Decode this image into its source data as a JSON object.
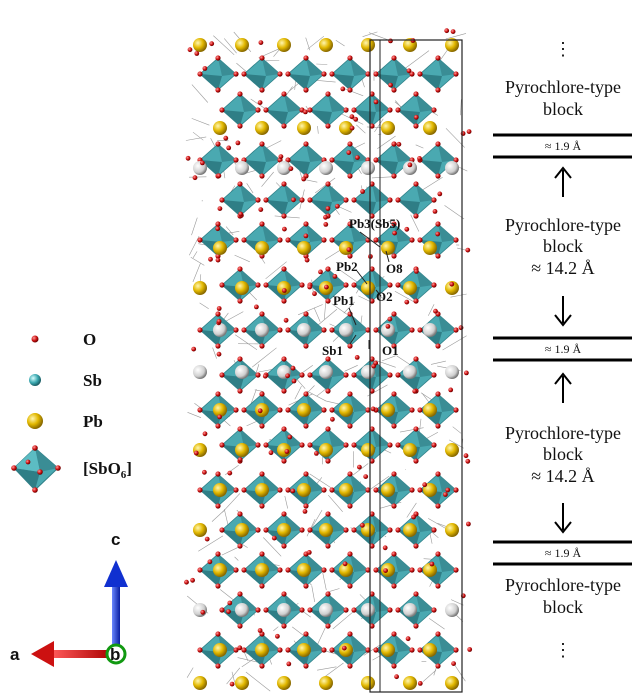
{
  "legend": {
    "items": [
      {
        "symbol": "O",
        "label": "O",
        "color": "#cc1111"
      },
      {
        "symbol": "Sb",
        "label": "Sb",
        "color": "#3aa8b0"
      },
      {
        "symbol": "Pb",
        "label": "Pb",
        "color": "#d9b000"
      },
      {
        "symbol": "SbO6",
        "label_main": "[SbO",
        "label_sub": "6",
        "label_end": "]",
        "color": "#4aa9b1"
      }
    ]
  },
  "axes": {
    "a": "a",
    "b": "b",
    "c": "c",
    "colors": {
      "a": "#cc1111",
      "b": "#119911",
      "c": "#1030d0"
    }
  },
  "atom_labels": [
    "Pb3(Sb5)",
    "O8",
    "Pb2",
    "O2",
    "Pb1",
    "Sb1",
    "O1"
  ],
  "right_panel": {
    "top_dots": "⋮",
    "bottom_dots": "⋮",
    "blocks": [
      {
        "line1": "Pyrochlore-type",
        "line2": "block"
      },
      {
        "line1": "Pyrochlore-type",
        "line2": "block",
        "line3": "≈ 14.2 Å"
      },
      {
        "line1": "Pyrochlore-type",
        "line2": "block",
        "line3": "≈ 14.2 Å"
      },
      {
        "line1": "Pyrochlore-type",
        "line2": "block"
      }
    ],
    "gaps": [
      "≈ 1.9 Å",
      "≈ 1.9 Å",
      "≈ 1.9 Å"
    ],
    "arrows": [
      "up",
      "down",
      "up",
      "down"
    ]
  },
  "colors": {
    "octahedron": "#4aa9b1",
    "octahedron_dark": "#2f8088",
    "oxygen": "#cc1111",
    "lead": "#d9b000",
    "antimony": "#3aa8b0"
  }
}
